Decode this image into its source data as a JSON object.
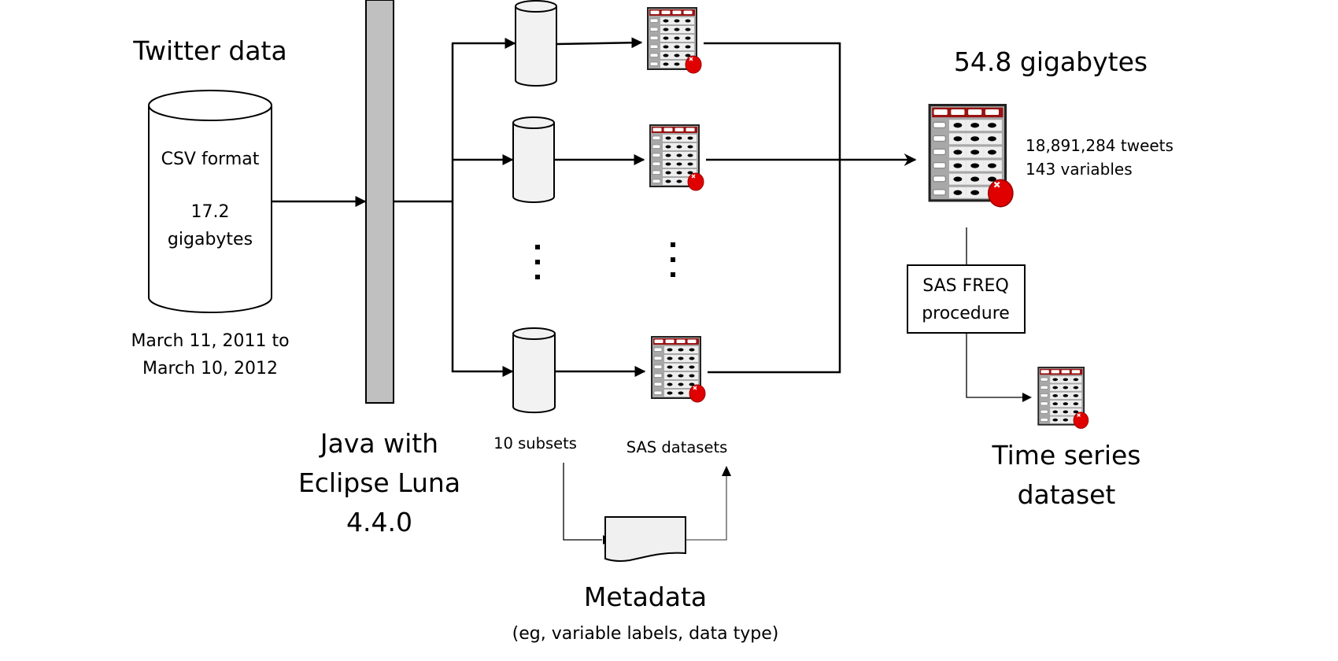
{
  "source": {
    "title": "Twitter data",
    "format": "CSV format",
    "size_value": "17.2",
    "size_unit": "gigabytes",
    "date_range_line1": "March 11, 2011 to",
    "date_range_line2": "March 10, 2012"
  },
  "processor": {
    "line1": "Java with",
    "line2": "Eclipse Luna",
    "line3": "4.4.0"
  },
  "subsets": {
    "label": "10 subsets",
    "ellipsis": "⋮"
  },
  "sas_datasets": {
    "label": "SAS datasets",
    "ellipsis": "⋮"
  },
  "metadata": {
    "title": "Metadata",
    "subtitle": "(eg, variable labels, data type)"
  },
  "combined": {
    "size": "54.8 gigabytes",
    "tweets": "18,891,284 tweets",
    "variables": "143 variables"
  },
  "procedure": {
    "line1": "SAS FREQ",
    "line2": "procedure"
  },
  "output": {
    "line1": "Time series",
    "line2": "dataset"
  },
  "colors": {
    "bar_fill": "#c0c0c0",
    "cylinder_fill": "#f2f2f2",
    "table_header": "#a01010",
    "table_badge": "#e00000"
  }
}
